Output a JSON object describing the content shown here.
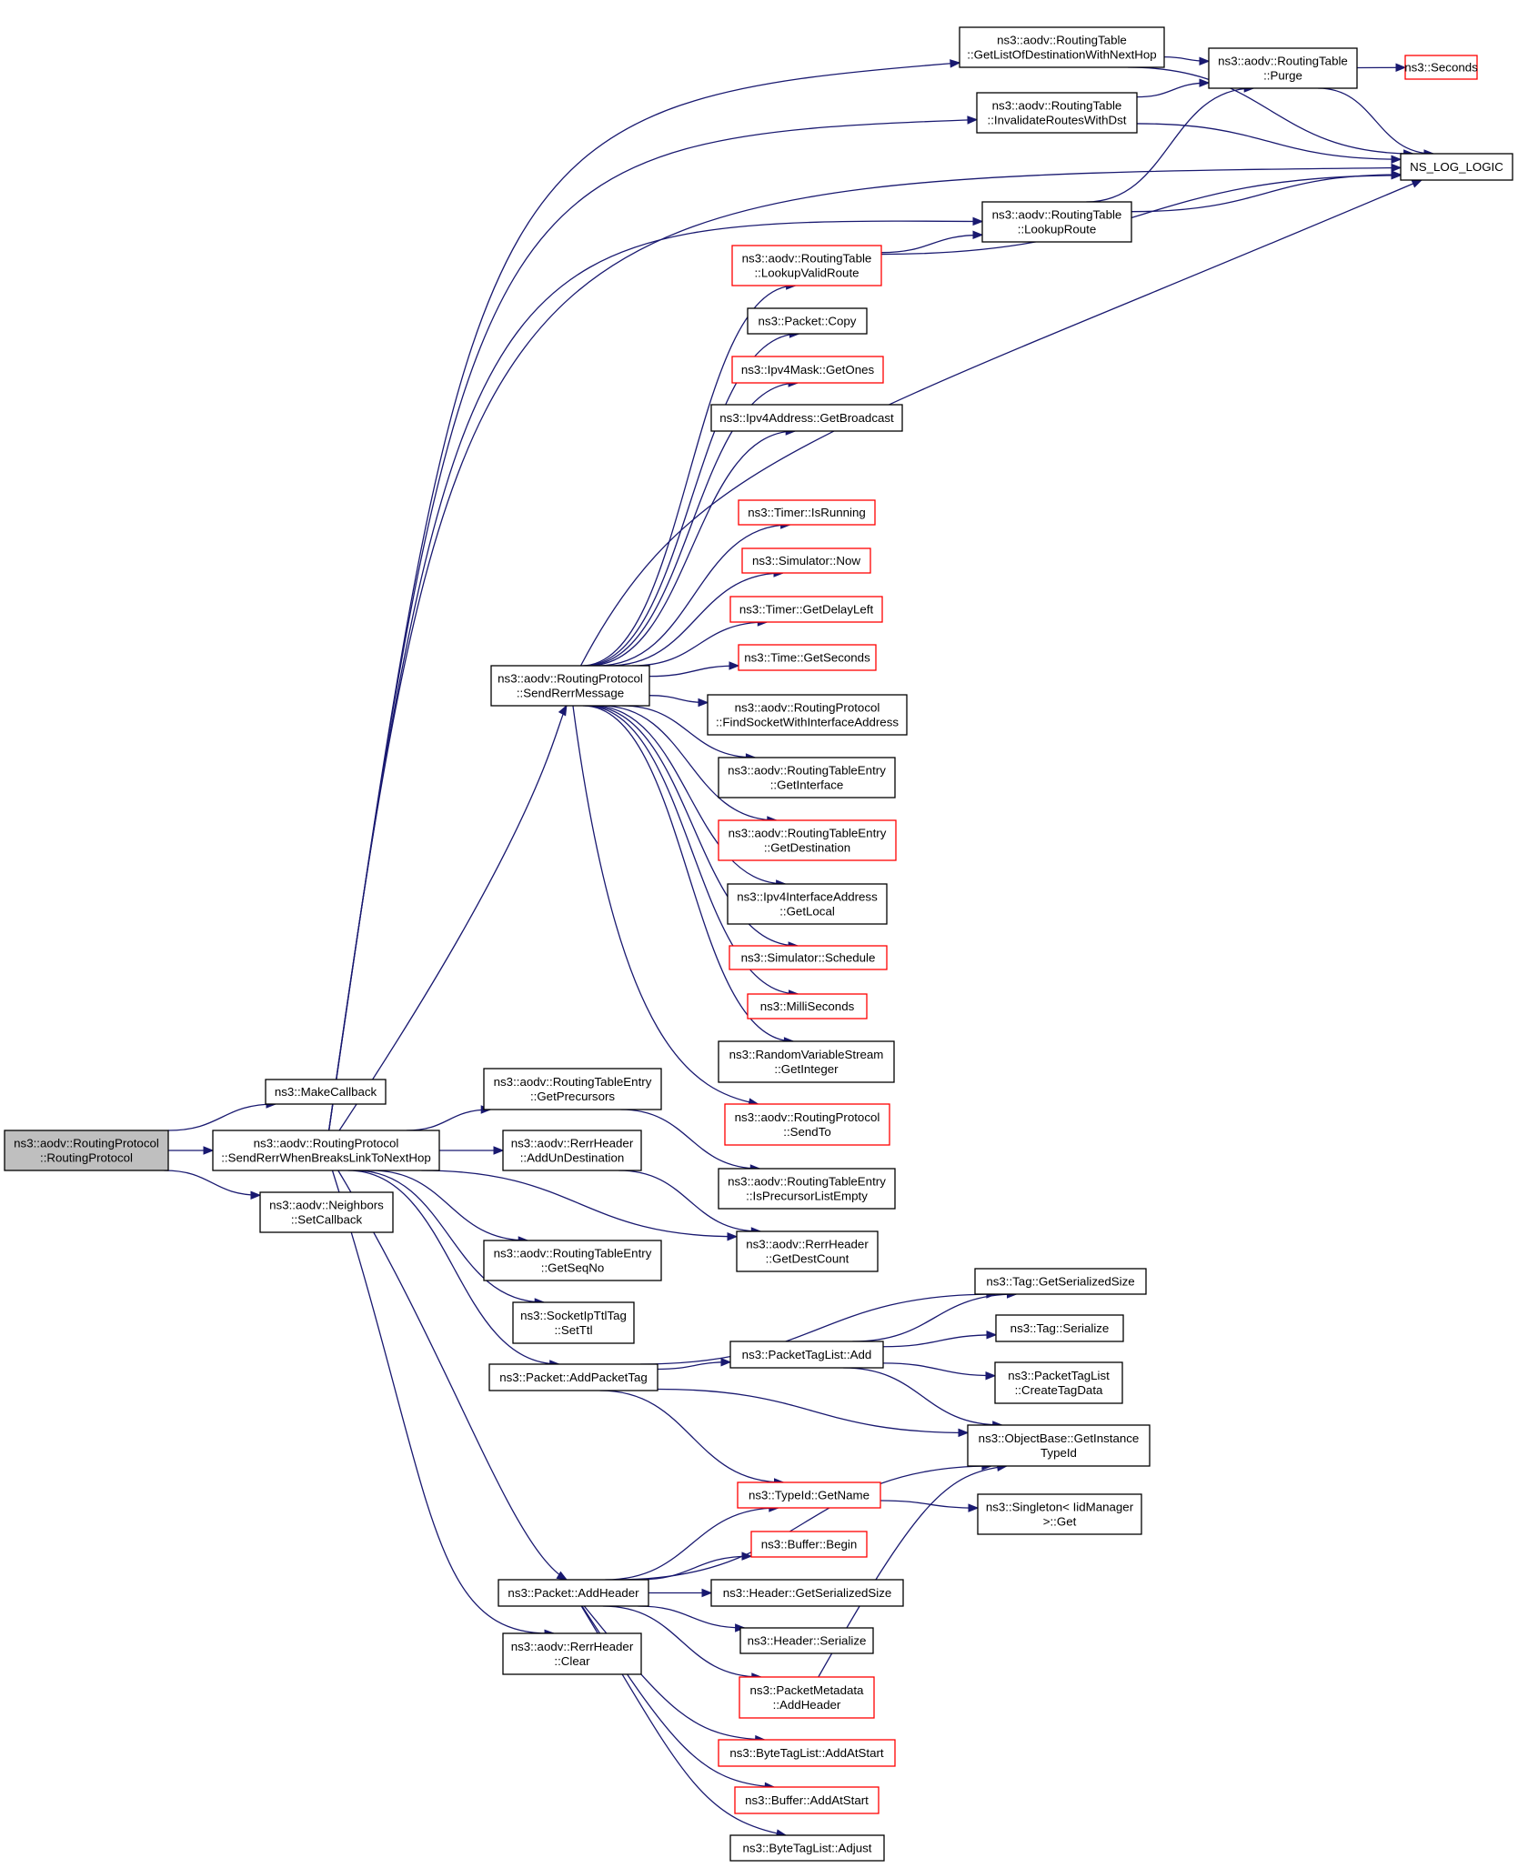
{
  "diagram": {
    "colors": {
      "edge": "#191970",
      "node_border_default": "#000000",
      "node_border_truncated": "#ff0000",
      "root_fill": "#bfbfbf",
      "node_fill": "#ffffff"
    },
    "nodes": [
      {
        "id": "rp_ctor",
        "lines": [
          "ns3::aodv::RoutingProtocol",
          "::RoutingProtocol"
        ],
        "style": "root"
      },
      {
        "id": "make_callback",
        "lines": [
          "ns3::MakeCallback"
        ],
        "style": "black"
      },
      {
        "id": "send_rerr_breaks",
        "lines": [
          "ns3::aodv::RoutingProtocol",
          "::SendRerrWhenBreaksLinkToNextHop"
        ],
        "style": "black"
      },
      {
        "id": "neighbors_setcb",
        "lines": [
          "ns3::aodv::Neighbors",
          "::SetCallback"
        ],
        "style": "black"
      },
      {
        "id": "rt_getlist",
        "lines": [
          "ns3::aodv::RoutingTable",
          "::GetListOfDestinationWithNextHop"
        ],
        "style": "black"
      },
      {
        "id": "rt_purge",
        "lines": [
          "ns3::aodv::RoutingTable",
          "::Purge"
        ],
        "style": "black"
      },
      {
        "id": "seconds",
        "lines": [
          "ns3::Seconds"
        ],
        "style": "red"
      },
      {
        "id": "rt_invalidate",
        "lines": [
          "ns3::aodv::RoutingTable",
          "::InvalidateRoutesWithDst"
        ],
        "style": "black"
      },
      {
        "id": "ns_log_logic",
        "lines": [
          "NS_LOG_LOGIC"
        ],
        "style": "black"
      },
      {
        "id": "rt_lookup",
        "lines": [
          "ns3::aodv::RoutingTable",
          "::LookupRoute"
        ],
        "style": "black"
      },
      {
        "id": "rt_lookupvalid",
        "lines": [
          "ns3::aodv::RoutingTable",
          "::LookupValidRoute"
        ],
        "style": "red"
      },
      {
        "id": "packet_copy",
        "lines": [
          "ns3::Packet::Copy"
        ],
        "style": "black"
      },
      {
        "id": "ipv4mask_getones",
        "lines": [
          "ns3::Ipv4Mask::GetOnes"
        ],
        "style": "red"
      },
      {
        "id": "ipv4addr_getbcast",
        "lines": [
          "ns3::Ipv4Address::GetBroadcast"
        ],
        "style": "black"
      },
      {
        "id": "timer_isrunning",
        "lines": [
          "ns3::Timer::IsRunning"
        ],
        "style": "red"
      },
      {
        "id": "sim_now",
        "lines": [
          "ns3::Simulator::Now"
        ],
        "style": "red"
      },
      {
        "id": "timer_getdelay",
        "lines": [
          "ns3::Timer::GetDelayLeft"
        ],
        "style": "red"
      },
      {
        "id": "time_getseconds",
        "lines": [
          "ns3::Time::GetSeconds"
        ],
        "style": "red"
      },
      {
        "id": "send_rerr_msg",
        "lines": [
          "ns3::aodv::RoutingProtocol",
          "::SendRerrMessage"
        ],
        "style": "black"
      },
      {
        "id": "find_socket",
        "lines": [
          "ns3::aodv::RoutingProtocol",
          "::FindSocketWithInterfaceAddress"
        ],
        "style": "black"
      },
      {
        "id": "rte_getinterface",
        "lines": [
          "ns3::aodv::RoutingTableEntry",
          "::GetInterface"
        ],
        "style": "black"
      },
      {
        "id": "rte_getdest",
        "lines": [
          "ns3::aodv::RoutingTableEntry",
          "::GetDestination"
        ],
        "style": "red"
      },
      {
        "id": "ipv4ifaddr_getlocal",
        "lines": [
          "ns3::Ipv4InterfaceAddress",
          "::GetLocal"
        ],
        "style": "black"
      },
      {
        "id": "sim_schedule",
        "lines": [
          "ns3::Simulator::Schedule"
        ],
        "style": "red"
      },
      {
        "id": "milliseconds",
        "lines": [
          "ns3::MilliSeconds"
        ],
        "style": "red"
      },
      {
        "id": "rvs_getinteger",
        "lines": [
          "ns3::RandomVariableStream",
          "::GetInteger"
        ],
        "style": "black"
      },
      {
        "id": "rp_sendto",
        "lines": [
          "ns3::aodv::RoutingProtocol",
          "::SendTo"
        ],
        "style": "red"
      },
      {
        "id": "rte_getprecursors",
        "lines": [
          "ns3::aodv::RoutingTableEntry",
          "::GetPrecursors"
        ],
        "style": "black"
      },
      {
        "id": "rte_isprecursorempty",
        "lines": [
          "ns3::aodv::RoutingTableEntry",
          "::IsPrecursorListEmpty"
        ],
        "style": "black"
      },
      {
        "id": "rerr_addundest",
        "lines": [
          "ns3::aodv::RerrHeader",
          "::AddUnDestination"
        ],
        "style": "black"
      },
      {
        "id": "rerr_getdestcount",
        "lines": [
          "ns3::aodv::RerrHeader",
          "::GetDestCount"
        ],
        "style": "black"
      },
      {
        "id": "rte_getseqno",
        "lines": [
          "ns3::aodv::RoutingTableEntry",
          "::GetSeqNo"
        ],
        "style": "black"
      },
      {
        "id": "socketipttl_setttl",
        "lines": [
          "ns3::SocketIpTtlTag",
          "::SetTtl"
        ],
        "style": "black"
      },
      {
        "id": "packet_addpackettag",
        "lines": [
          "ns3::Packet::AddPacketTag"
        ],
        "style": "black"
      },
      {
        "id": "tag_getserialsize",
        "lines": [
          "ns3::Tag::GetSerializedSize"
        ],
        "style": "black"
      },
      {
        "id": "tag_serialize",
        "lines": [
          "ns3::Tag::Serialize"
        ],
        "style": "black"
      },
      {
        "id": "packettaglist_add",
        "lines": [
          "ns3::PacketTagList::Add"
        ],
        "style": "black"
      },
      {
        "id": "packettaglist_create",
        "lines": [
          "ns3::PacketTagList",
          "::CreateTagData"
        ],
        "style": "black"
      },
      {
        "id": "objectbase_getinst",
        "lines": [
          "ns3::ObjectBase::GetInstance",
          "TypeId"
        ],
        "style": "black"
      },
      {
        "id": "typeid_getname",
        "lines": [
          "ns3::TypeId::GetName"
        ],
        "style": "red"
      },
      {
        "id": "singleton_get",
        "lines": [
          "ns3::Singleton< IidManager",
          ">::Get"
        ],
        "style": "black"
      },
      {
        "id": "buffer_begin",
        "lines": [
          "ns3::Buffer::Begin"
        ],
        "style": "red"
      },
      {
        "id": "packet_addheader",
        "lines": [
          "ns3::Packet::AddHeader"
        ],
        "style": "black"
      },
      {
        "id": "header_getserialsize",
        "lines": [
          "ns3::Header::GetSerializedSize"
        ],
        "style": "black"
      },
      {
        "id": "header_serialize",
        "lines": [
          "ns3::Header::Serialize"
        ],
        "style": "black"
      },
      {
        "id": "rerr_clear",
        "lines": [
          "ns3::aodv::RerrHeader",
          "::Clear"
        ],
        "style": "black"
      },
      {
        "id": "pktmeta_addheader",
        "lines": [
          "ns3::PacketMetadata",
          "::AddHeader"
        ],
        "style": "red"
      },
      {
        "id": "bytetag_addatstart",
        "lines": [
          "ns3::ByteTagList::AddAtStart"
        ],
        "style": "red"
      },
      {
        "id": "buffer_addatstart",
        "lines": [
          "ns3::Buffer::AddAtStart"
        ],
        "style": "red"
      },
      {
        "id": "bytetag_adjust",
        "lines": [
          "ns3::ByteTagList::Adjust"
        ],
        "style": "black"
      }
    ],
    "edges": [
      {
        "from": "rp_ctor",
        "to": "make_callback"
      },
      {
        "from": "rp_ctor",
        "to": "send_rerr_breaks"
      },
      {
        "from": "rp_ctor",
        "to": "neighbors_setcb"
      },
      {
        "from": "send_rerr_breaks",
        "to": "rt_getlist"
      },
      {
        "from": "send_rerr_breaks",
        "to": "rt_invalidate"
      },
      {
        "from": "send_rerr_breaks",
        "to": "ns_log_logic"
      },
      {
        "from": "send_rerr_breaks",
        "to": "rt_lookup"
      },
      {
        "from": "send_rerr_breaks",
        "to": "send_rerr_msg"
      },
      {
        "from": "send_rerr_breaks",
        "to": "rte_getprecursors"
      },
      {
        "from": "send_rerr_breaks",
        "to": "rerr_addundest"
      },
      {
        "from": "send_rerr_breaks",
        "to": "rerr_getdestcount"
      },
      {
        "from": "send_rerr_breaks",
        "to": "rte_getseqno"
      },
      {
        "from": "send_rerr_breaks",
        "to": "socketipttl_setttl"
      },
      {
        "from": "send_rerr_breaks",
        "to": "packet_addpackettag"
      },
      {
        "from": "send_rerr_breaks",
        "to": "packet_addheader"
      },
      {
        "from": "send_rerr_breaks",
        "to": "rerr_clear"
      },
      {
        "from": "rt_getlist",
        "to": "rt_purge"
      },
      {
        "from": "rt_getlist",
        "to": "ns_log_logic"
      },
      {
        "from": "rt_purge",
        "to": "seconds"
      },
      {
        "from": "rt_purge",
        "to": "ns_log_logic"
      },
      {
        "from": "rt_invalidate",
        "to": "rt_purge"
      },
      {
        "from": "rt_invalidate",
        "to": "ns_log_logic"
      },
      {
        "from": "rt_lookup",
        "to": "rt_purge"
      },
      {
        "from": "rt_lookup",
        "to": "ns_log_logic"
      },
      {
        "from": "rt_lookupvalid",
        "to": "rt_lookup"
      },
      {
        "from": "rt_lookupvalid",
        "to": "ns_log_logic"
      },
      {
        "from": "send_rerr_msg",
        "to": "ns_log_logic"
      },
      {
        "from": "send_rerr_msg",
        "to": "rt_lookupvalid"
      },
      {
        "from": "send_rerr_msg",
        "to": "packet_copy"
      },
      {
        "from": "send_rerr_msg",
        "to": "ipv4mask_getones"
      },
      {
        "from": "send_rerr_msg",
        "to": "ipv4addr_getbcast"
      },
      {
        "from": "send_rerr_msg",
        "to": "timer_isrunning"
      },
      {
        "from": "send_rerr_msg",
        "to": "sim_now"
      },
      {
        "from": "send_rerr_msg",
        "to": "timer_getdelay"
      },
      {
        "from": "send_rerr_msg",
        "to": "time_getseconds"
      },
      {
        "from": "send_rerr_msg",
        "to": "find_socket"
      },
      {
        "from": "send_rerr_msg",
        "to": "rte_getinterface"
      },
      {
        "from": "send_rerr_msg",
        "to": "rte_getdest"
      },
      {
        "from": "send_rerr_msg",
        "to": "ipv4ifaddr_getlocal"
      },
      {
        "from": "send_rerr_msg",
        "to": "sim_schedule"
      },
      {
        "from": "send_rerr_msg",
        "to": "milliseconds"
      },
      {
        "from": "send_rerr_msg",
        "to": "rvs_getinteger"
      },
      {
        "from": "send_rerr_msg",
        "to": "rp_sendto"
      },
      {
        "from": "rte_getprecursors",
        "to": "rte_isprecursorempty"
      },
      {
        "from": "rerr_addundest",
        "to": "rerr_getdestcount"
      },
      {
        "from": "packet_addpackettag",
        "to": "tag_getserialsize"
      },
      {
        "from": "packet_addpackettag",
        "to": "packettaglist_add"
      },
      {
        "from": "packet_addpackettag",
        "to": "objectbase_getinst"
      },
      {
        "from": "packet_addpackettag",
        "to": "typeid_getname"
      },
      {
        "from": "packettaglist_add",
        "to": "tag_getserialsize"
      },
      {
        "from": "packettaglist_add",
        "to": "tag_serialize"
      },
      {
        "from": "packettaglist_add",
        "to": "packettaglist_create"
      },
      {
        "from": "packettaglist_add",
        "to": "objectbase_getinst"
      },
      {
        "from": "typeid_getname",
        "to": "singleton_get"
      },
      {
        "from": "packet_addheader",
        "to": "objectbase_getinst"
      },
      {
        "from": "packet_addheader",
        "to": "typeid_getname"
      },
      {
        "from": "packet_addheader",
        "to": "buffer_begin"
      },
      {
        "from": "packet_addheader",
        "to": "header_getserialsize"
      },
      {
        "from": "packet_addheader",
        "to": "header_serialize"
      },
      {
        "from": "packet_addheader",
        "to": "pktmeta_addheader"
      },
      {
        "from": "packet_addheader",
        "to": "bytetag_addatstart"
      },
      {
        "from": "packet_addheader",
        "to": "buffer_addatstart"
      },
      {
        "from": "packet_addheader",
        "to": "bytetag_adjust"
      },
      {
        "from": "pktmeta_addheader",
        "to": "objectbase_getinst"
      }
    ]
  }
}
